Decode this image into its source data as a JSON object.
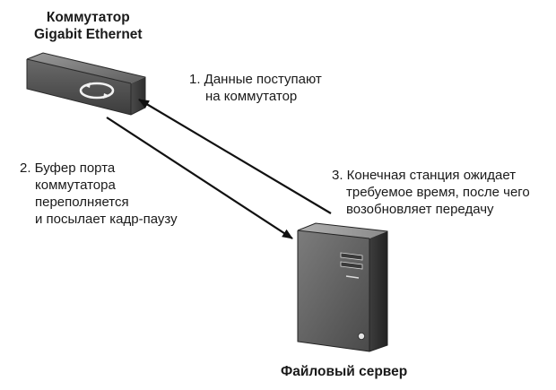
{
  "switch": {
    "title_line1": "Коммутатор",
    "title_line2": "Gigabit Ethernet",
    "icon": "switch-icon"
  },
  "server": {
    "title": "Файловый сервер",
    "icon": "server-icon"
  },
  "steps": {
    "step1": {
      "line1": "1. Данные поступают",
      "line2": "на коммутатор"
    },
    "step2": {
      "line1": "2. Буфер порта",
      "line2": "коммутатора",
      "line3": "переполняется",
      "line4": "и посылает кадр-паузу"
    },
    "step3": {
      "line1": "3. Конечная станция ожидает",
      "line2": "требуемое время, после чего",
      "line3": "возобновляет передачу"
    }
  }
}
